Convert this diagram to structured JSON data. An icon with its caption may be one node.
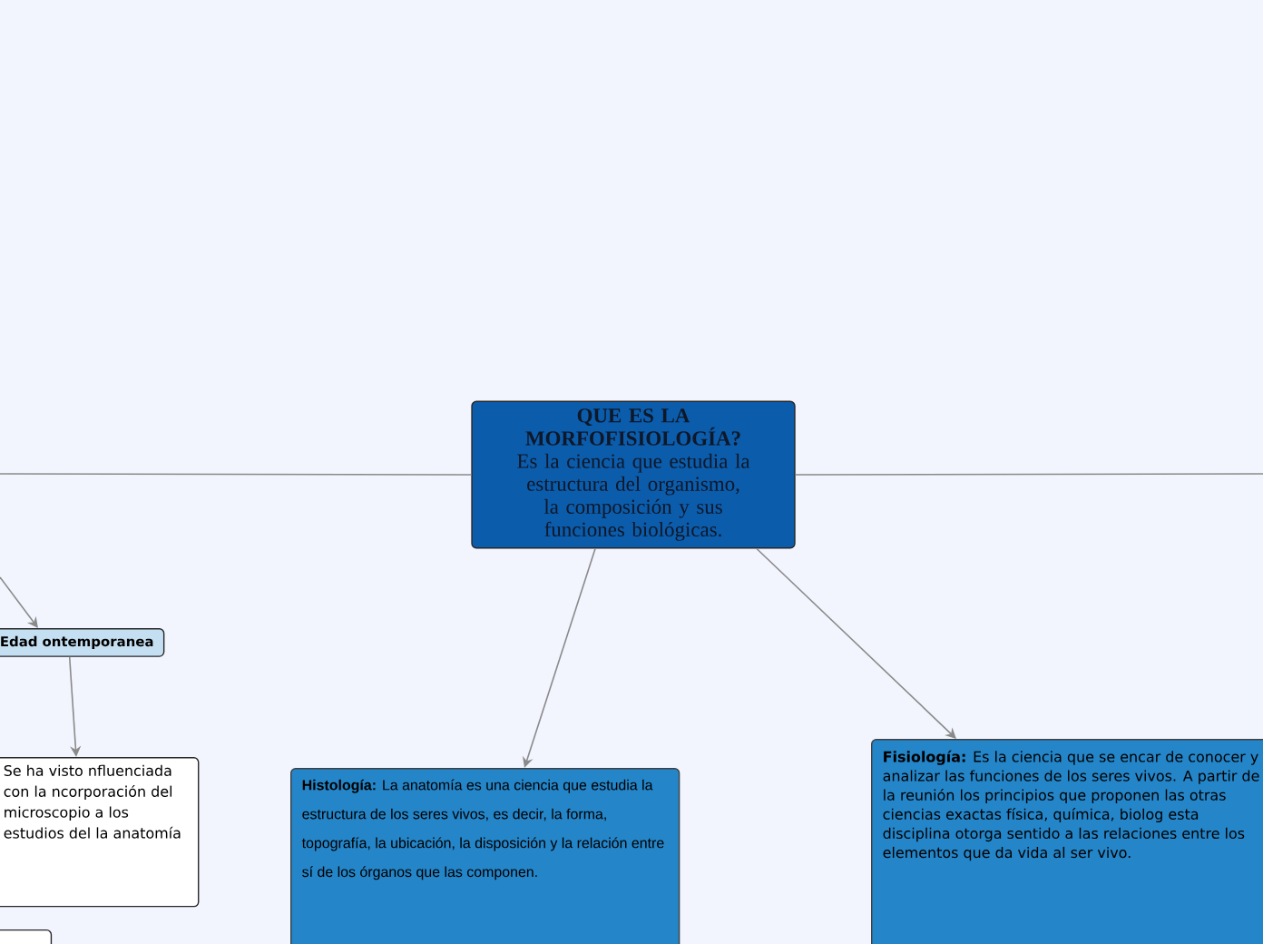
{
  "diagram": {
    "nodes": [
      {
        "text": [
          "QUE ES LA MORFOFISIOLOGÍA?",
          "Es la ciencia que estudia la estructura del organismo, la composición y sus funciones biológicas."
        ]
      },
      {
        "text": [
          "Edad ontemporanea"
        ]
      },
      {
        "text": [
          "Se ha visto nfluenciada con la ncorporación del microscopio a los estudios del la anatomía"
        ]
      },
      {
        "text": [
          "**Histología:** La anatomía es una ciencia que estudia la estructura de los seres vivos, es decir, la forma, topografía, la ubicación, la disposición y la relación entre sí de los órganos que las componen."
        ]
      },
      {
        "text": [
          "**Fisiología:** Es la ciencia que se encar de conocer y analizar las funciones de los seres vivos. A partir de la reunión los principios que proponen las otras ciencias exactas física, química, biolog esta disciplina otorga sentido a las relaciones entre los elementos que da vida al ser vivo."
        ]
      },
      {
        "text": [],
        "shape": "box"
      }
    ],
    "edges": [
      {
        "from": null,
        "to": 0,
        "arrow": "none"
      },
      {
        "from": 0,
        "to": null,
        "arrow": "none"
      },
      {
        "from": null,
        "to": 1,
        "arrow": "to"
      },
      {
        "from": 1,
        "to": 2,
        "arrow": "to"
      },
      {
        "from": 0,
        "to": 3,
        "arrow": "to"
      },
      {
        "from": 0,
        "to": 4,
        "arrow": "to"
      }
    ]
  }
}
